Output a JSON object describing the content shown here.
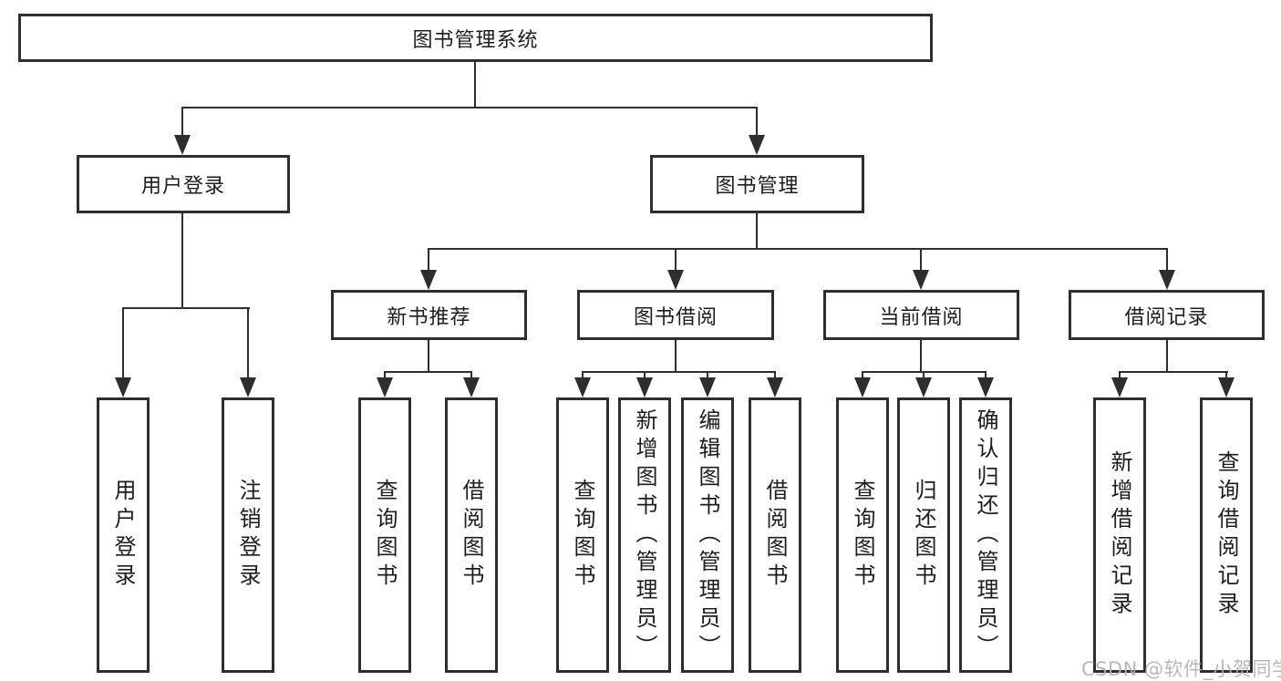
{
  "tree": {
    "root": "图书管理系统",
    "branches": [
      {
        "label": "用户登录",
        "children": [
          "用户登录",
          "注销登录"
        ]
      },
      {
        "label": "图书管理",
        "groups": [
          {
            "label": "新书推荐",
            "children": [
              "查询图书",
              "借阅图书"
            ]
          },
          {
            "label": "图书借阅",
            "children": [
              "查询图书",
              "新增图书（管理员）",
              "编辑图书（管理员）",
              "借阅图书"
            ]
          },
          {
            "label": "当前借阅",
            "children": [
              "查询图书",
              "归还图书",
              "确认归还（管理员）"
            ]
          },
          {
            "label": "借阅记录",
            "children": [
              "新增借阅记录",
              "查询借阅记录"
            ]
          }
        ]
      }
    ]
  },
  "watermark": "CSDN @软件_小贺同学",
  "colors": {
    "line": "#2e2e2e",
    "text": "#1d1d1d",
    "watermark": "#b2b2b2",
    "background": "#ffffff"
  }
}
